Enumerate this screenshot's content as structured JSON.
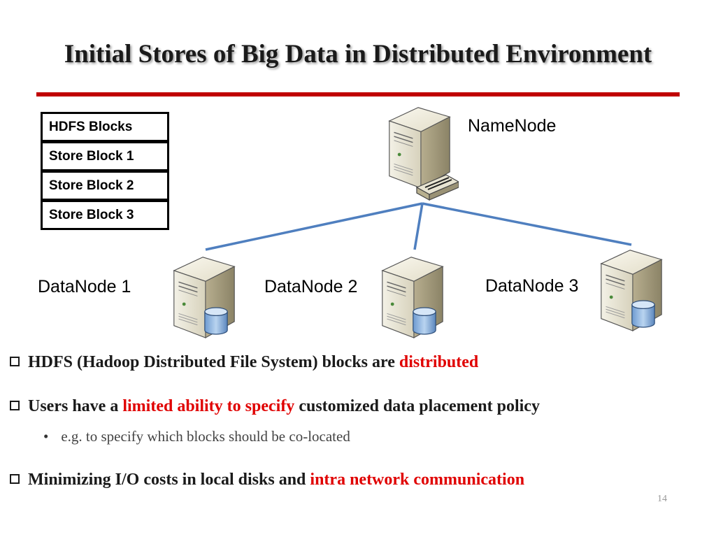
{
  "title": "Initial Stores of Big Data in Distributed Environment",
  "blocks_table": [
    "HDFS Blocks",
    "Store Block 1",
    "Store Block 2",
    "Store Block 3"
  ],
  "namenode": {
    "label": "NameNode",
    "icon": "server-with-disk-drive-icon"
  },
  "datanodes": [
    {
      "label": "DataNode 1",
      "icon": "server-with-database-icon"
    },
    {
      "label": "DataNode 2",
      "icon": "server-with-database-icon"
    },
    {
      "label": "DataNode 3",
      "icon": "server-with-database-icon"
    }
  ],
  "colors": {
    "accent_rule": "#c00000",
    "highlight": "#e00000",
    "connector": "#4f7fbf"
  },
  "bullets": [
    {
      "parts": [
        {
          "text": "HDFS (Hadoop Distributed File System) blocks are ",
          "highlight": false
        },
        {
          "text": "distributed",
          "highlight": true
        }
      ]
    },
    {
      "parts": [
        {
          "text": "Users have a ",
          "highlight": false
        },
        {
          "text": "limited ability to specify",
          "highlight": true
        },
        {
          "text": " customized data placement policy",
          "highlight": false
        }
      ],
      "sub": "e.g. to specify which blocks should be co-located"
    },
    {
      "parts": [
        {
          "text": "Minimizing I/O costs in local disks and ",
          "highlight": false
        },
        {
          "text": "intra network communication",
          "highlight": true
        }
      ]
    }
  ],
  "page_number": "14"
}
